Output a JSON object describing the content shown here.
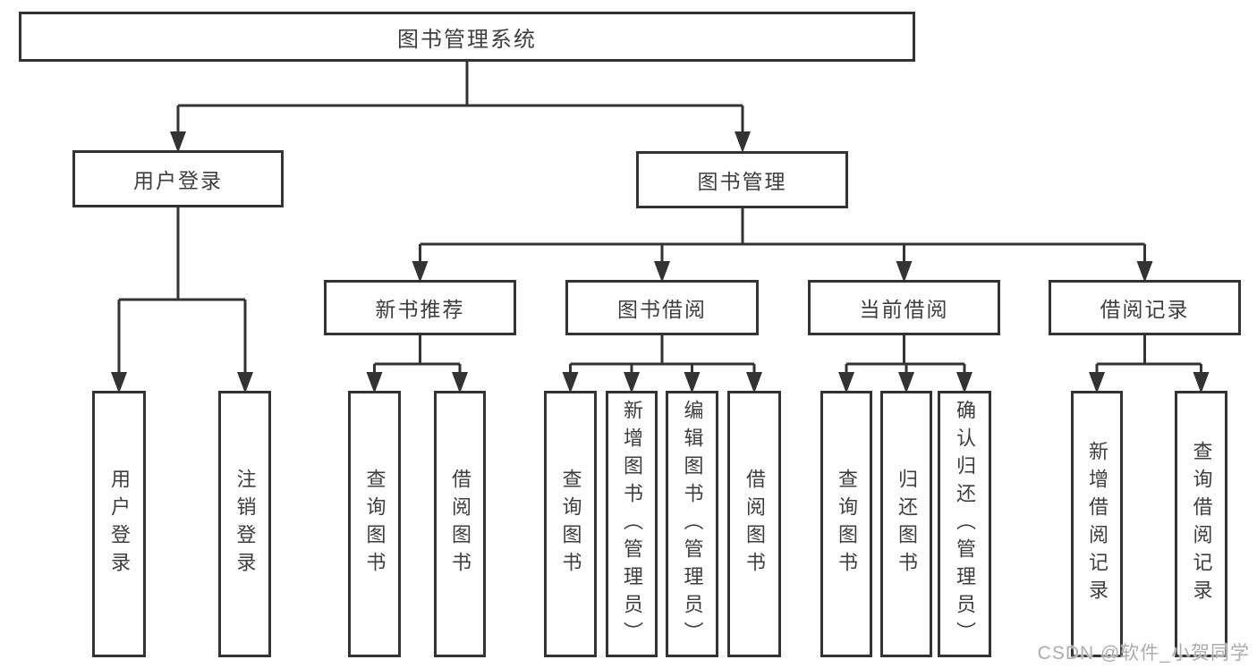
{
  "colors": {
    "line": "#333333",
    "text": "#3e3e3e",
    "box_bg": "#ffffff",
    "background": "#ffffff",
    "watermark": "#adadad"
  },
  "watermark": "CSDN @软件_小贺同学",
  "tree": {
    "label": "图书管理系统",
    "children": [
      {
        "label": "用户登录",
        "children": [
          {
            "label": "用户登录"
          },
          {
            "label": "注销登录"
          }
        ]
      },
      {
        "label": "图书管理",
        "children": [
          {
            "label": "新书推荐",
            "children": [
              {
                "label": "查询图书"
              },
              {
                "label": "借阅图书"
              }
            ]
          },
          {
            "label": "图书借阅",
            "children": [
              {
                "label": "查询图书"
              },
              {
                "label": "新增图书（管理员）"
              },
              {
                "label": "编辑图书（管理员）"
              },
              {
                "label": "借阅图书"
              }
            ]
          },
          {
            "label": "当前借阅",
            "children": [
              {
                "label": "查询图书"
              },
              {
                "label": "归还图书"
              },
              {
                "label": "确认归还（管理员）"
              }
            ]
          },
          {
            "label": "借阅记录",
            "children": [
              {
                "label": "新增借阅记录"
              },
              {
                "label": "查询借阅记录"
              }
            ]
          }
        ]
      }
    ]
  }
}
